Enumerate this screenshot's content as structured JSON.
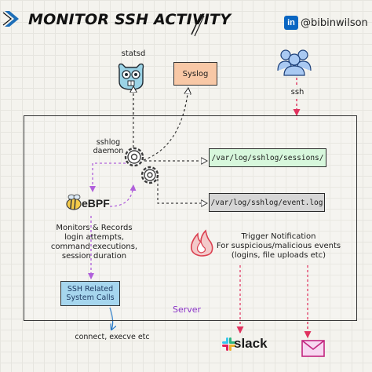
{
  "header": {
    "title": "MONITOR SSH ACTIVITY",
    "linkedin_letters": "in",
    "handle": "@bibinwilson"
  },
  "nodes": {
    "statsd": "statsd",
    "syslog": "Syslog",
    "ssh": "ssh",
    "daemon": [
      "sshlog",
      "daemon"
    ],
    "sessions_log": "/var/log/sshlog/sessions/",
    "event_log": "/var/log/sshlog/event.log",
    "ebpf": "eBPF",
    "monitors": [
      "Monitors & Records",
      "login attempts,",
      "command executions,",
      "session duration"
    ],
    "trigger": [
      "Trigger Notification",
      "For suspicious/malicious events",
      "(logins, file uploads etc)"
    ],
    "syscalls": [
      "SSH Related",
      "System Calls"
    ],
    "server": "Server",
    "connect": "connect, execve etc",
    "slack": "slack"
  },
  "icons": [
    "chevron-logo-icon",
    "linkedin-icon",
    "statsd-owl-icon",
    "users-group-icon",
    "gear-icon",
    "bee-icon",
    "fire-icon",
    "slack-icon",
    "email-icon"
  ],
  "colors": {
    "server_label": "#8a33c8",
    "ebpf_arrows": "#a64bd6",
    "alert_arrows": "#e0325e",
    "syslog_box": "#f8c8a6",
    "sessions_box": "#d7f7dc",
    "eventlog_box": "#d6d6d6",
    "syscalls_box": "#a6d6ee",
    "accent_blue": "#2a7bc8"
  }
}
